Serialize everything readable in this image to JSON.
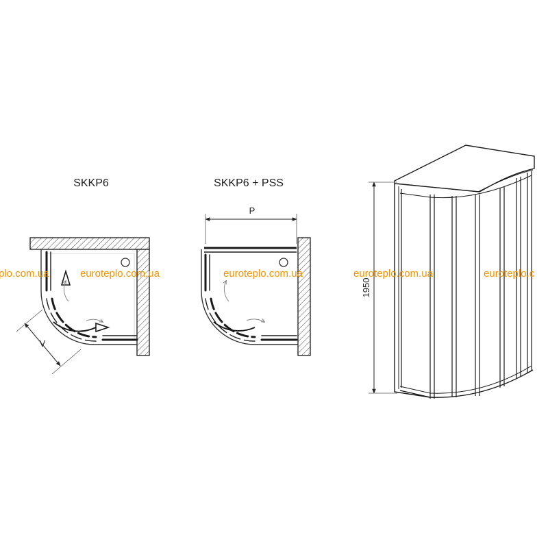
{
  "diagram": {
    "left_title": "SKKP6",
    "middle_title": "SKKP6 + PSS",
    "dim_v": "V",
    "dim_p": "P",
    "dim_height": "1950"
  },
  "watermark": {
    "text_1": "plo.com.ua",
    "text_2": "euroteplo.com.ua",
    "text_3": "euroteplo.com.ua",
    "text_4": "euroteplo.com.ua",
    "text_5": "euroteplo.c",
    "color": "#f39200"
  },
  "colors": {
    "line": "#1a1a1a",
    "hatch": "#555555",
    "arrow_fill": "#ffffff"
  }
}
